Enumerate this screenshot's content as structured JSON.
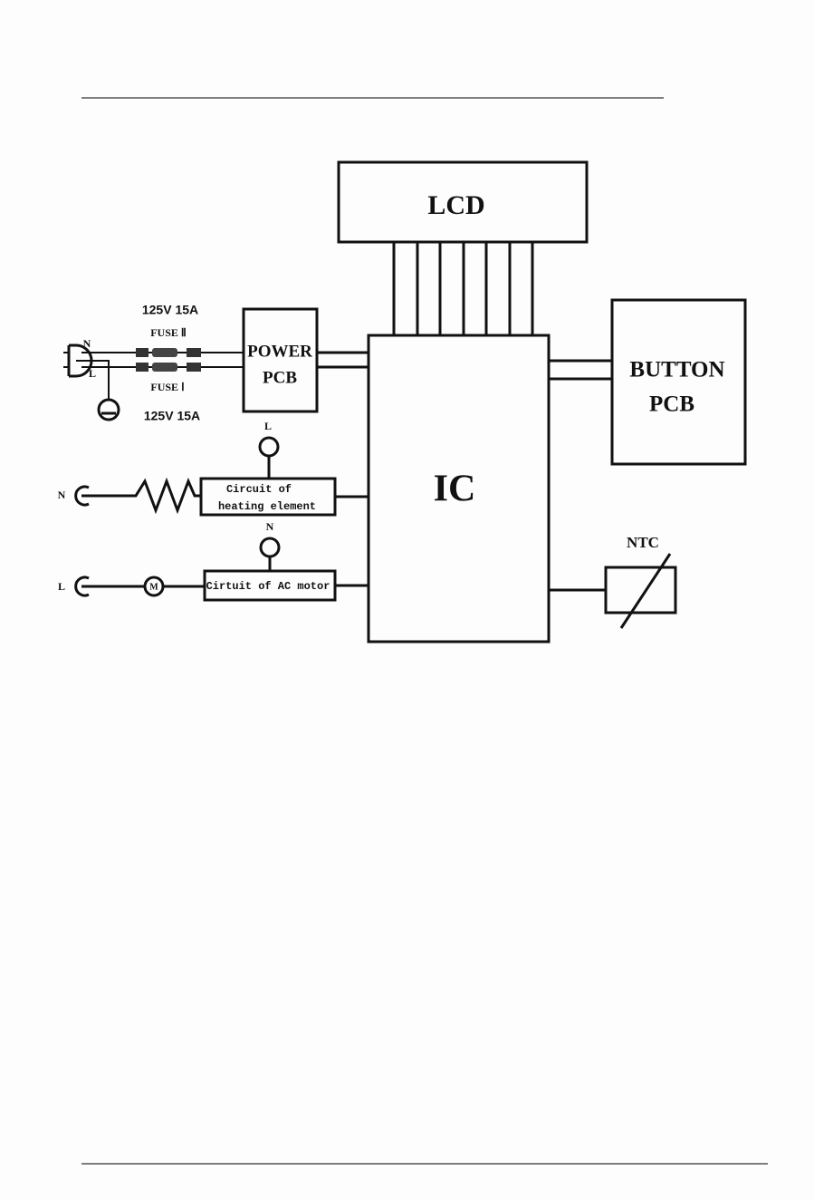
{
  "diagram": {
    "blocks": {
      "lcd": "LCD",
      "ic": "IC",
      "power_pcb_line1": "POWER",
      "power_pcb_line2": "PCB",
      "button_pcb_line1": "BUTTON",
      "button_pcb_line2": "PCB",
      "heating_circuit_line1": "Circuit of",
      "heating_circuit_line2": "heating element",
      "motor_circuit": "Cirtuit of AC motor",
      "ntc": "NTC"
    },
    "fuses": {
      "fuse2_label": "FUSE Ⅱ",
      "fuse1_label": "FUSE Ⅰ",
      "fuse2_rating": "125V 15A",
      "fuse1_rating": "125V 15A"
    },
    "terminals": {
      "plug_n": "N",
      "plug_l": "L",
      "heater_top_l": "L",
      "heater_left_n": "N",
      "motor_top_n": "N",
      "motor_left_l": "L",
      "motor_symbol": "M"
    }
  },
  "colors": {
    "line": "#111111",
    "fuse_body": "#333333",
    "background": "#fdfdfd"
  }
}
